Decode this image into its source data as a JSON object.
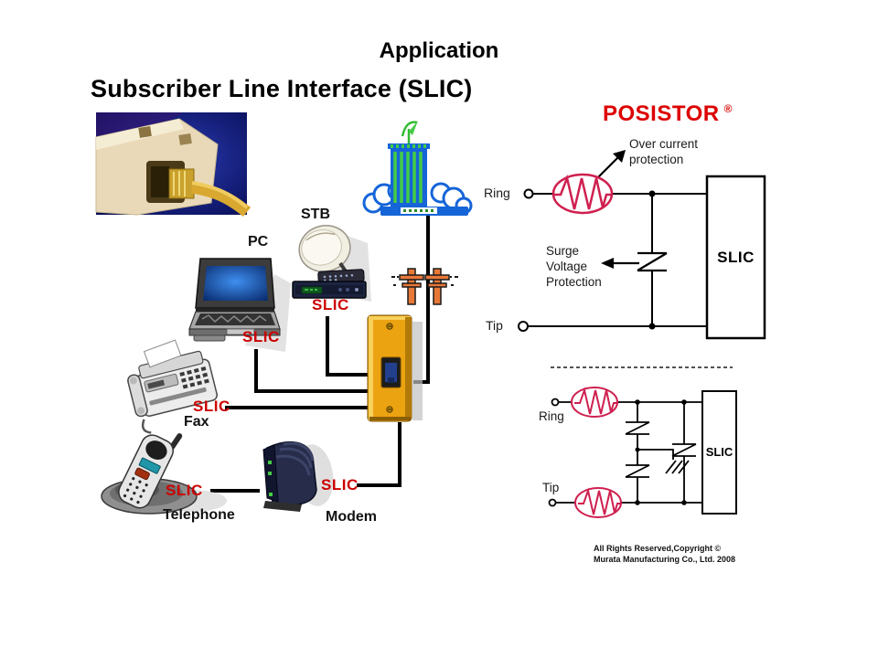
{
  "slide": {
    "title": "Application",
    "heading": "Subscriber Line Interface (SLIC)"
  },
  "network": {
    "slic_label": "SLIC",
    "pc_label": "PC",
    "stb_label": "STB",
    "fax_label": "Fax",
    "telephone_label": "Telephone",
    "modem_label": "Modem"
  },
  "protection_circuit": {
    "brand": "POSISTOR",
    "registered_mark": "®",
    "over_current_line1": "Over current",
    "over_current_line2": "protection",
    "surge_line1": "Surge",
    "surge_line2": "Voltage",
    "surge_line3": "Protection",
    "ring_label": "Ring",
    "tip_label": "Tip",
    "slic_box_label": "SLIC"
  },
  "detail_circuit": {
    "ring_label": "Ring",
    "tip_label": "Tip",
    "slic_box_label": "SLIC"
  },
  "footer": {
    "copyright_line1": "All Rights Reserved,Copyright ©",
    "copyright_line2": "Murata Manufacturing Co., Ltd. 2008"
  },
  "colors": {
    "slic_red": "#cc0000",
    "posistor_red": "#dd0000",
    "posistor_symbol_crimson": "#cf2050",
    "line_black": "#000000",
    "building_blue": "#1565d8",
    "building_green": "#44cc44",
    "jack_orange": "#eca312",
    "pole_orange": "#e87838"
  }
}
